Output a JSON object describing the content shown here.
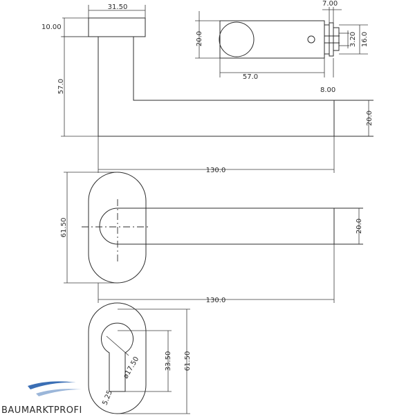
{
  "dimensions": {
    "rosette_width": "31.50",
    "rosette_height": "10.00",
    "lever_length_vertical": "57.0",
    "lever_grip_height": "20.0",
    "lever_total_length": "130.0",
    "spindle_width": "7.00",
    "spindle_offset": "8.00",
    "boss_diameter": "20.0",
    "boss_to_screw": "57.0",
    "screw_height": "16.0",
    "screw_diameter": "3.20",
    "plan_grip_height": "20.0",
    "plan_rosette_height": "61.50",
    "plan_total_length": "130.0",
    "cylinder_height": "33.50",
    "cylinder_diameter": "ø17.50",
    "cylinder_slot": "5.25",
    "escutcheon_height": "61.50"
  },
  "brand": {
    "logo_text": "BAUMARKTPROFI",
    "swoosh_color": "#3b6fb5",
    "swoosh_shadow": "#9bb6d9"
  }
}
